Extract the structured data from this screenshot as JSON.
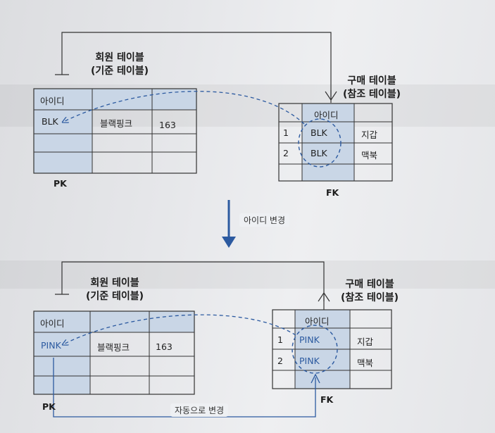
{
  "top": {
    "member_title": [
      "회원 테이블",
      "(기준 테이블)"
    ],
    "purchase_title": [
      "구매 테이블",
      "(참조 테이블)"
    ],
    "member_rows": [
      {
        "id": "BLK",
        "name": "블랙핑크",
        "count": "163"
      }
    ],
    "purchase_rows": [
      {
        "no": "1",
        "id": "BLK",
        "item": "지갑"
      },
      {
        "no": "2",
        "id": "BLK",
        "item": "맥북"
      }
    ],
    "header_id": "아이디",
    "pk": "PK",
    "fk": "FK"
  },
  "middle": {
    "change_label": "아이디 변경"
  },
  "bottom": {
    "member_title": [
      "회원 테이블",
      "(기준 테이블)"
    ],
    "purchase_title": [
      "구매 테이블",
      "(참조 테이블)"
    ],
    "member_rows": [
      {
        "id": "PINK",
        "name": "블랙핑크",
        "count": "163"
      }
    ],
    "purchase_rows": [
      {
        "no": "1",
        "id": "PINK",
        "item": "지갑"
      },
      {
        "no": "2",
        "id": "PINK",
        "item": "맥북"
      }
    ],
    "header_id": "아이디",
    "pk": "PK",
    "fk": "FK",
    "auto_label": "자동으로 변경"
  },
  "colors": {
    "shade": "#c9d6e6",
    "line": "#333333",
    "accent": "#2c5aa0"
  }
}
